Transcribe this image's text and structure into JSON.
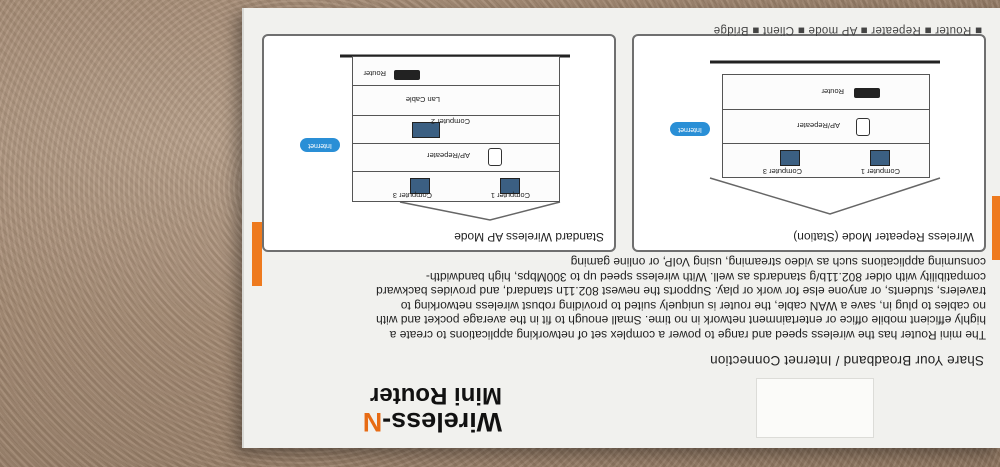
{
  "box": {
    "brand_line1": "Wireless-",
    "brand_n": "N",
    "brand_line2": "Mini Router",
    "subtitle": "Share Your Broadband / Internet Connection",
    "paragraph_lines": [
      "The mini Router has the wireless speed and range to power a complex set of networking applications to create a",
      "highly efficient mobile office or entertainment network in no time. Small enough to fit in the average pocket and with",
      "no cables to plug in, save a WAN cable, the router is uniquely suited to providing robust wireless networking to",
      "travelers, students, or anyone else for work or play. Supports the newest 802.11n standard, and provides backward",
      "compatibility with older 802.11b/g standards as well. With wireless speed up to 300Mbps, high bandwidth-",
      "consuming applications such as video streaming, using VoIP, or online gaming"
    ],
    "panel_left": {
      "title": "Wireless Repeater Mode (Station)",
      "labels": {
        "computer1": "Computer 1",
        "computer3": "Computer 3",
        "ap": "AP/Repeater",
        "router": "Router",
        "internet": "Internet"
      }
    },
    "panel_right": {
      "title": "Standard Wireless AP Mode",
      "labels": {
        "computer1": "Computer 1",
        "computer3": "Computer 3",
        "ap": "AP/Repeater",
        "computer2": "Computer 2",
        "lan": "Lan Cable",
        "router": "Router",
        "internet": "Internet"
      }
    },
    "modes": "■ Router ■ Repeater ■ AP mode ■ Client ■ Bridge"
  },
  "colors": {
    "accent": "#e76b14",
    "orange_bar": "#ee7a1e",
    "internet": "#2a8fd6"
  }
}
